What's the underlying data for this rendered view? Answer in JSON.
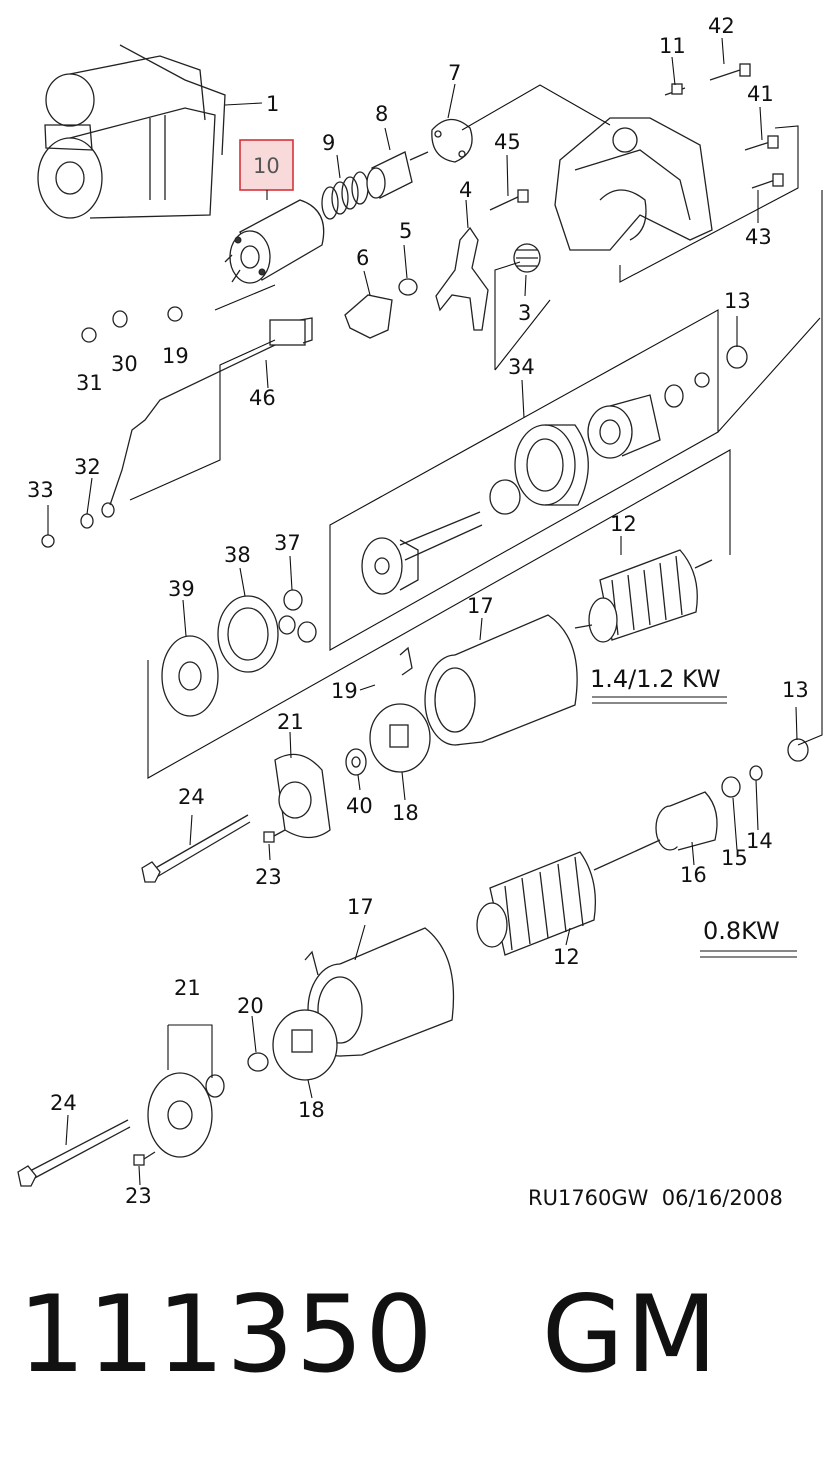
{
  "diagram": {
    "callouts": {
      "c1": "1",
      "c3": "3",
      "c4": "4",
      "c5": "5",
      "c6": "6",
      "c7": "7",
      "c8": "8",
      "c9": "9",
      "c10": "10",
      "c11": "11",
      "c12a": "12",
      "c12b": "12",
      "c13a": "13",
      "c13b": "13",
      "c14": "14",
      "c15": "15",
      "c16": "16",
      "c17a": "17",
      "c17b": "17",
      "c18a": "18",
      "c18b": "18",
      "c19a": "19",
      "c19b": "19",
      "c20": "20",
      "c21a": "21",
      "c21b": "21",
      "c23a": "23",
      "c23b": "23",
      "c24a": "24",
      "c24b": "24",
      "c30": "30",
      "c31": "31",
      "c32": "32",
      "c33": "33",
      "c34": "34",
      "c37": "37",
      "c38": "38",
      "c39": "39",
      "c40": "40",
      "c41": "41",
      "c42": "42",
      "c43": "43",
      "c45": "45",
      "c46": "46"
    },
    "highlighted_part": "10",
    "variant_high": "1.4/1.2 KW",
    "variant_low": "0.8KW",
    "reference": "RU1760GW  06/16/2008",
    "highlight_color": "#d6333b",
    "highlight_fill": "#f8dada"
  },
  "footer": {
    "part_number": "111350",
    "brand": "GM"
  }
}
